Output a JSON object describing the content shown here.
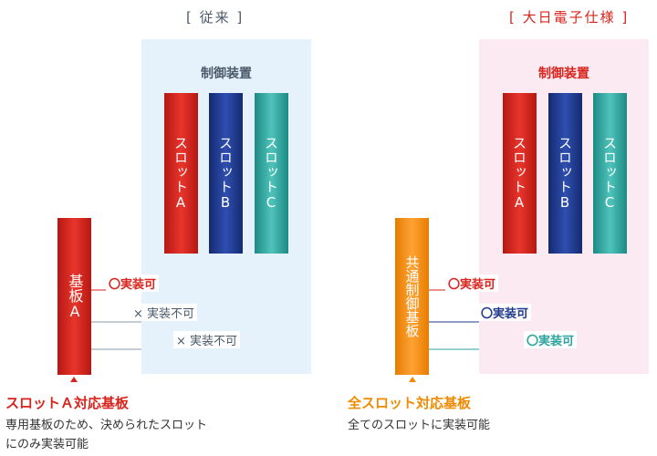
{
  "left": {
    "heading": "[ 従来 ]",
    "panel_title": "制御装置",
    "slots": [
      "スロットA",
      "スロットB",
      "スロットC"
    ],
    "board": "基板A",
    "connections": [
      "〇実装可",
      "× 実装不可",
      "× 実装不可"
    ],
    "caption_title": "スロットＡ対応基板",
    "caption_desc": [
      "専用基板のため、決められたスロット",
      "にのみ実装可能"
    ]
  },
  "right": {
    "heading": "[ 大日電子仕様 ]",
    "panel_title": "制御装置",
    "slots": [
      "スロットA",
      "スロットB",
      "スロットC"
    ],
    "board": "共通制御基板",
    "connections": [
      "〇実装可",
      "〇実装可",
      "〇実装可"
    ],
    "caption_title": "全スロット対応基板",
    "caption_desc": [
      "全てのスロットに実装可能"
    ]
  },
  "colors": {
    "red": "#d9231d",
    "blue": "#1e3a8c",
    "teal": "#2aa39c",
    "orange": "#f08a00",
    "panel_left": "#e6f2fb",
    "panel_right": "#fbeaf1",
    "heading_left": "#4a5a6a",
    "heading_right": "#d9231d"
  }
}
